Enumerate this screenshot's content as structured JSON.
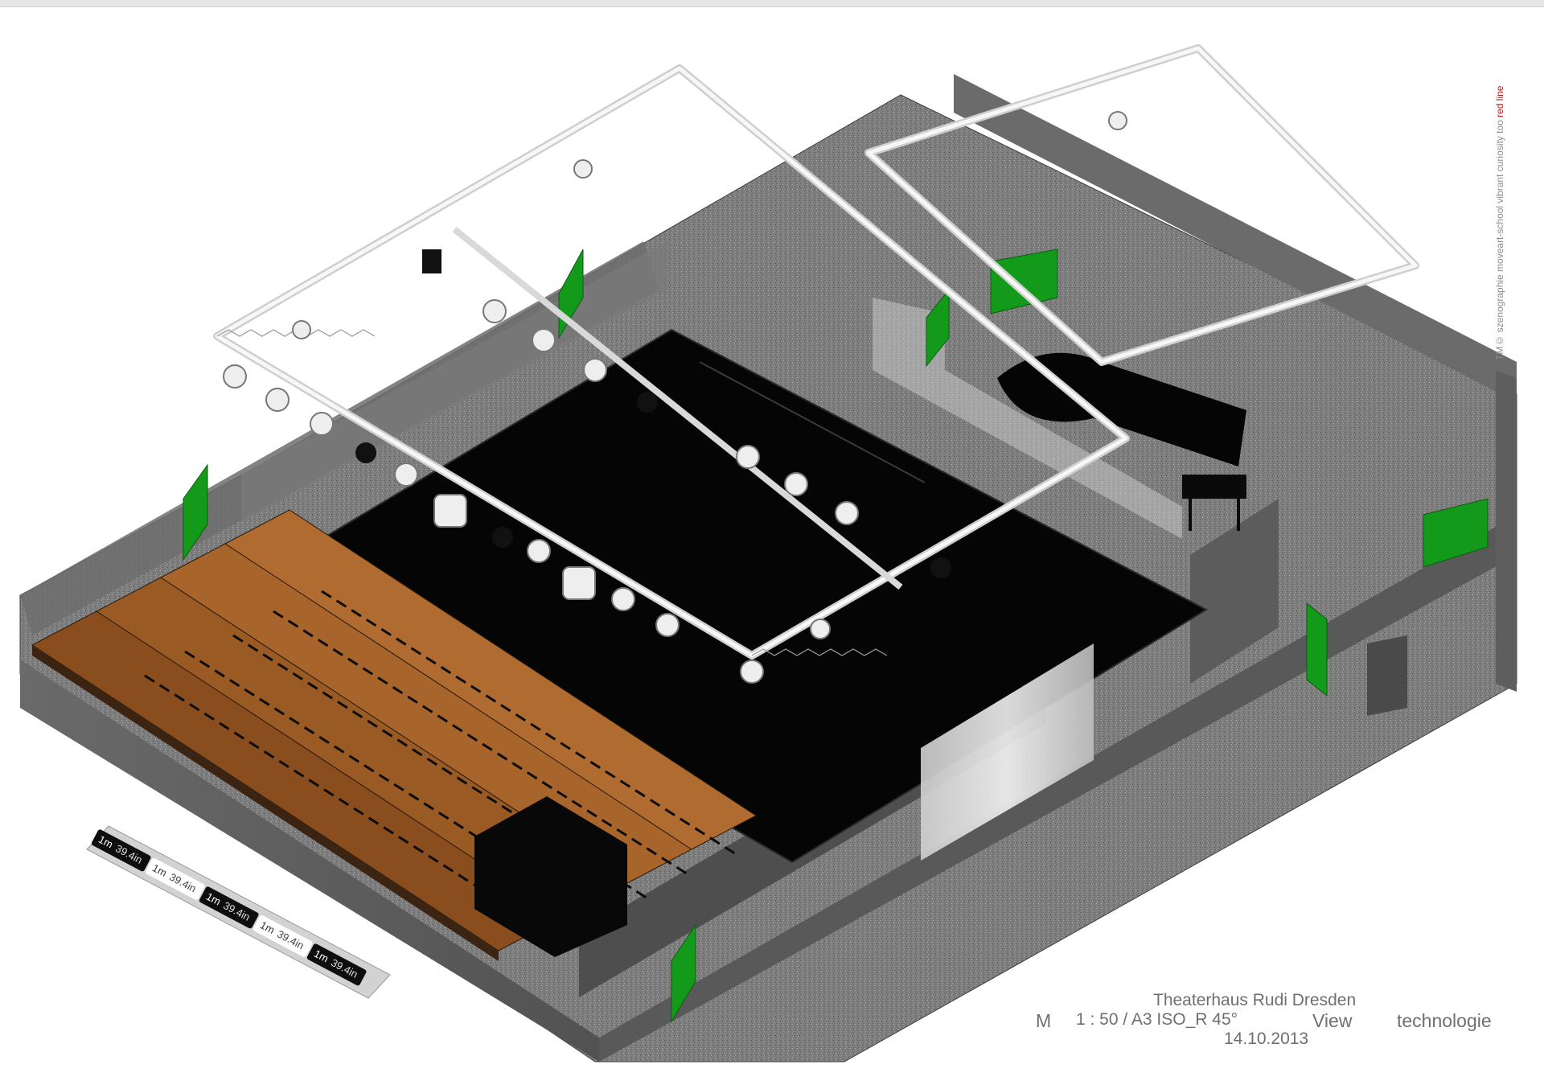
{
  "credit": {
    "text": "TM© szenographie moveart-school vibrant curiosity too ",
    "accent": "red line"
  },
  "title_block": {
    "venue": "Theaterhaus Rudi  Dresden",
    "m_label": "M",
    "scale": "1 : 50 / A3 ISO_R 45°",
    "view": "View",
    "category": "technologie",
    "date": "14.10.2013"
  },
  "scale_bar": {
    "segments": [
      {
        "metric": "1m",
        "imperial": "39.4in"
      },
      {
        "metric": "1m",
        "imperial": "39.4in"
      },
      {
        "metric": "1m",
        "imperial": "39.4in"
      },
      {
        "metric": "1m",
        "imperial": "39.4in"
      },
      {
        "metric": "1m",
        "imperial": "39.4in"
      }
    ]
  },
  "colors": {
    "floor": "#7d7d7d",
    "wall": "#5f5f5f",
    "stage": "#050505",
    "seating": "#8a4e1e",
    "truss": "#e8e8e8",
    "exit_panel": "#149a1b",
    "curtain": "#dcdcdc",
    "accent": "#c0191c"
  },
  "icons": [
    "truss-frame",
    "stage-light-icon",
    "grand-piano-icon",
    "chair-icon",
    "emergency-exit-panel"
  ]
}
